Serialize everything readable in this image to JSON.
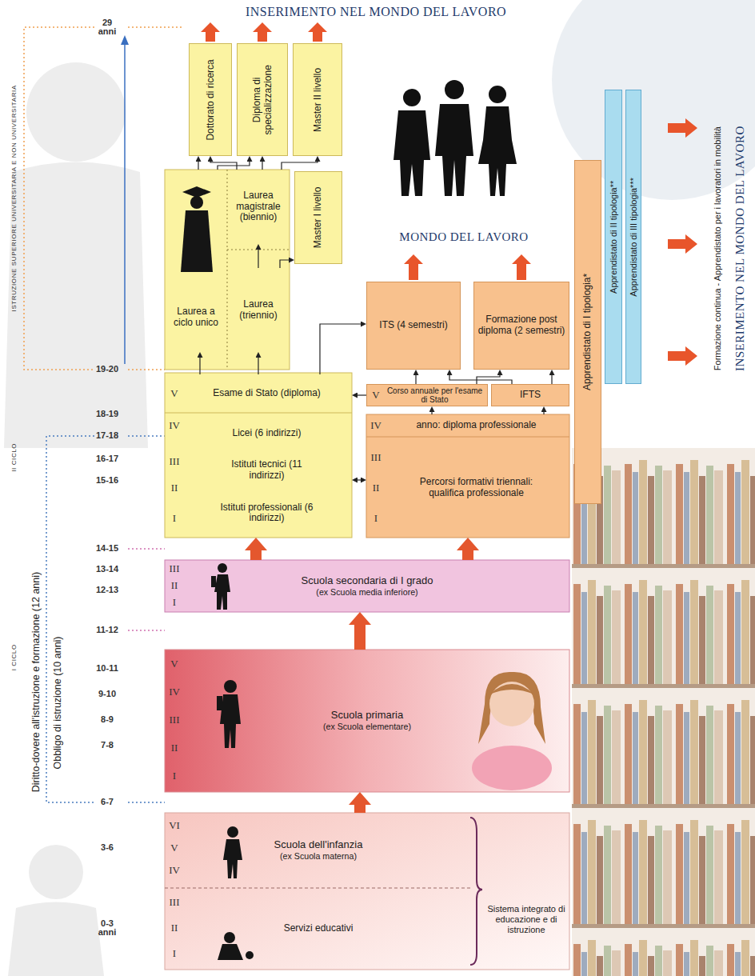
{
  "diagram": {
    "title": "INSERIMENTO NEL MONDO DEL LAVORO",
    "nodes": [
      {
        "text": [
          "Dottorato di ricerca"
        ]
      },
      {
        "text": [
          "Diploma di specializzazione"
        ]
      },
      {
        "text": [
          "Master II livello"
        ]
      },
      {
        "text": [
          "Laurea a ciclo unico"
        ]
      },
      {
        "text": [
          "Laurea magistrale (biennio)"
        ]
      },
      {
        "text": [
          "Master I livello"
        ]
      },
      {
        "text": [
          "Laurea (triennio)"
        ]
      },
      {
        "text": [
          "ITS (4 semestri)"
        ]
      },
      {
        "text": [
          "Formazione post diploma (2 semestri)"
        ]
      },
      {
        "text": [
          "Apprendistato di I tipologia*"
        ]
      },
      {
        "text": [
          "Apprendistato di II tipologia**"
        ]
      },
      {
        "text": [
          "Apprendistato di III tipologia***"
        ]
      },
      {
        "text": [
          "Esame di Stato (diploma)"
        ]
      },
      {
        "text": [
          "Corso annuale per l'esame di Stato"
        ]
      },
      {
        "text": [
          "IFTS"
        ]
      },
      {
        "text": [
          "Licei (6 indirizzi)",
          "Istituti tecnici (11 indirizzi)",
          "Istituti professionali (6 indirizzi)"
        ]
      },
      {
        "text": [
          "anno: diploma professionale"
        ]
      },
      {
        "text": [
          "Percorsi formativi triennali: qualifica professionale"
        ]
      },
      {
        "text": [
          "Scuola secondaria di I grado",
          "(ex Scuola media inferiore)"
        ]
      },
      {
        "text": [
          "Scuola primaria",
          "(ex Scuola elementare)"
        ]
      },
      {
        "text": [
          "Scuola dell'infanzia",
          "(ex Scuola materna)"
        ]
      },
      {
        "text": [
          "Servizi educativi"
        ]
      }
    ],
    "edges": [
      {
        "from": 6,
        "to": 4,
        "arrow": "to"
      },
      {
        "from": 4,
        "to": 0,
        "arrow": "to"
      },
      {
        "from": 4,
        "to": 1,
        "arrow": "to"
      },
      {
        "from": 4,
        "to": 2,
        "arrow": "to"
      },
      {
        "from": 3,
        "to": 0,
        "arrow": "to"
      },
      {
        "from": 3,
        "to": 1,
        "arrow": "to"
      },
      {
        "from": 6,
        "to": 5,
        "arrow": "to"
      },
      {
        "from": 12,
        "to": 3,
        "arrow": "to"
      },
      {
        "from": 12,
        "to": 6,
        "arrow": "to"
      },
      {
        "from": 12,
        "to": 7,
        "arrow": "to"
      },
      {
        "from": 13,
        "to": 12,
        "arrow": "to"
      },
      {
        "from": 16,
        "to": 13,
        "arrow": "to"
      },
      {
        "from": 16,
        "to": 14,
        "arrow": "to"
      },
      {
        "from": 15,
        "to": 17,
        "arrow": "both"
      },
      {
        "from": 13,
        "to": 7,
        "arrow": "to"
      },
      {
        "from": 13,
        "to": 8,
        "arrow": "to"
      },
      {
        "from": 14,
        "to": 7,
        "arrow": "to"
      },
      {
        "from": 14,
        "to": 8,
        "arrow": "to"
      },
      {
        "from": 18,
        "to": 15,
        "arrow": "to"
      },
      {
        "from": 18,
        "to": 17,
        "arrow": "to"
      },
      {
        "from": 19,
        "to": 18,
        "arrow": "to"
      },
      {
        "from": 20,
        "to": 19,
        "arrow": "to"
      }
    ],
    "labels": [
      "MONDO DEL LAVORO",
      "Formazione continua - Apprendistato per i lavoratori in mobilità",
      "INSERIMENTO NEL MONDO DEL LAVORO",
      "ISTRUZIONE SUPERIORE UNIVERSITARIA E NON UNIVERSITARIA",
      "II CICLO",
      "I CICLO",
      "Diritto-dovere all'istruzione e formazione (12 anni)",
      "Obbligo di istruzione (10 anni)",
      "29 anni",
      "19-20",
      "18-19",
      "17-18",
      "16-17",
      "15-16",
      "14-15",
      "13-14",
      "12-13",
      "11-12",
      "10-11",
      "9-10",
      "8-9",
      "7-8",
      "6-7",
      "3-6",
      "0-3 anni",
      "V",
      "IV",
      "III",
      "II",
      "I",
      "V",
      "IV",
      "III",
      "II",
      "I",
      "III",
      "II",
      "I",
      "V",
      "IV",
      "III",
      "II",
      "I",
      "VI",
      "V",
      "IV",
      "III",
      "II",
      "I",
      "Sistema integrato di educazione e di istruzione"
    ]
  }
}
